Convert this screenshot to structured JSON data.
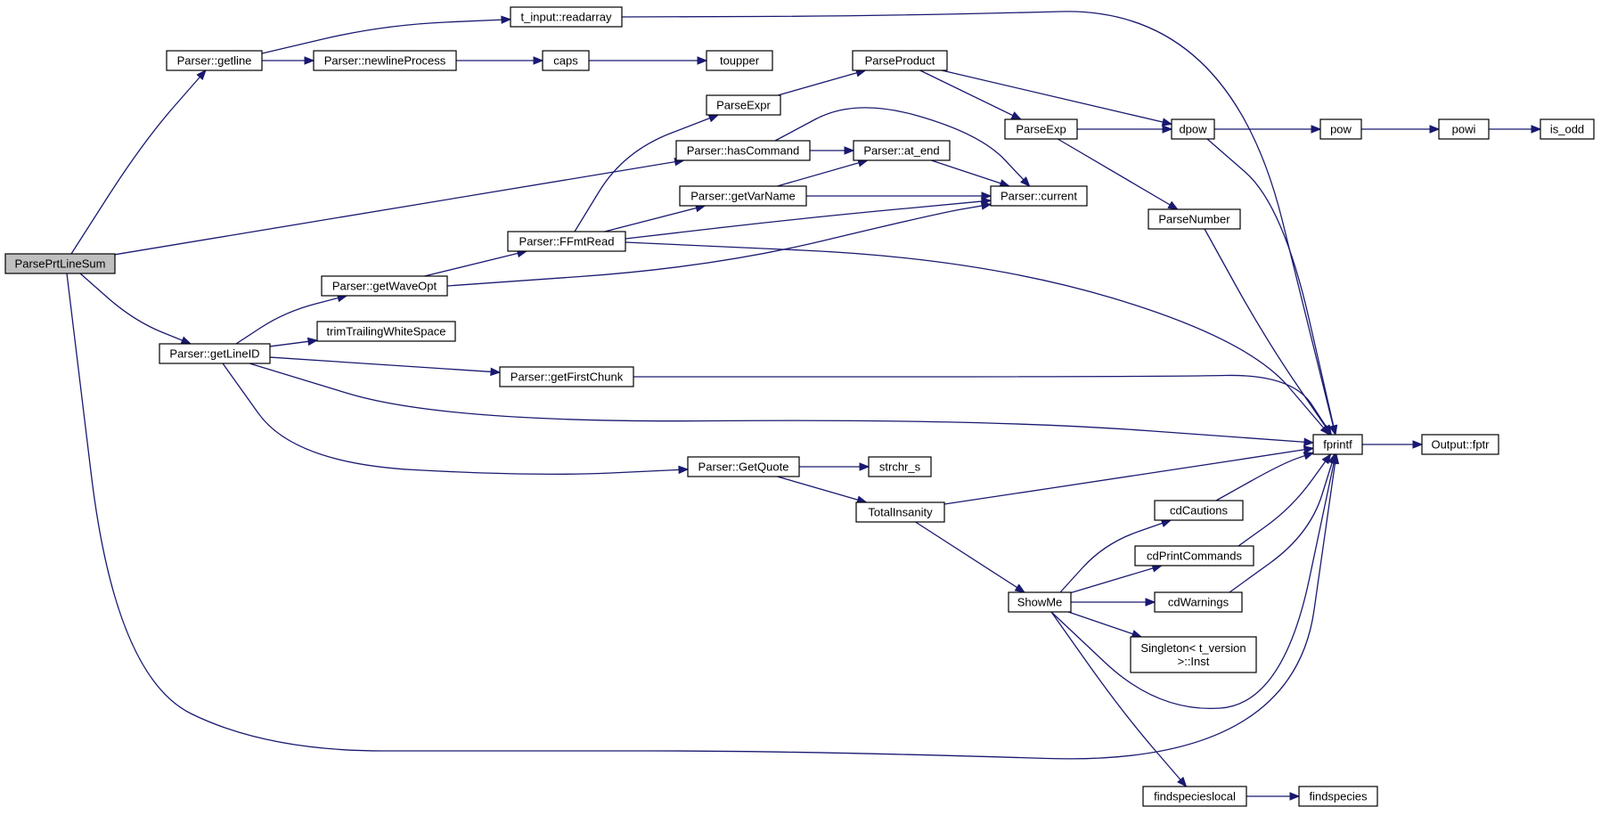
{
  "diagram": {
    "nodes": [
      {
        "id": "ParsePrtLineSum",
        "label": "ParsePrtLineSum",
        "root": true
      },
      {
        "id": "getline",
        "label": "Parser::getline"
      },
      {
        "id": "readarray",
        "label": "t_input::readarray"
      },
      {
        "id": "newlineProcess",
        "label": "Parser::newlineProcess"
      },
      {
        "id": "caps",
        "label": "caps"
      },
      {
        "id": "toupper",
        "label": "toupper"
      },
      {
        "id": "ParseProduct",
        "label": "ParseProduct"
      },
      {
        "id": "ParseExpr",
        "label": "ParseExpr"
      },
      {
        "id": "ParseExp",
        "label": "ParseExp"
      },
      {
        "id": "dpow",
        "label": "dpow"
      },
      {
        "id": "pow",
        "label": "pow"
      },
      {
        "id": "powi",
        "label": "powi"
      },
      {
        "id": "is_odd",
        "label": "is_odd"
      },
      {
        "id": "hasCommand",
        "label": "Parser::hasCommand"
      },
      {
        "id": "at_end",
        "label": "Parser::at_end"
      },
      {
        "id": "getVarName",
        "label": "Parser::getVarName"
      },
      {
        "id": "current",
        "label": "Parser::current"
      },
      {
        "id": "FFmtRead",
        "label": "Parser::FFmtRead"
      },
      {
        "id": "ParseNumber",
        "label": "ParseNumber"
      },
      {
        "id": "getWaveOpt",
        "label": "Parser::getWaveOpt"
      },
      {
        "id": "getLineID",
        "label": "Parser::getLineID"
      },
      {
        "id": "trimTrailingWhiteSpace",
        "label": "trimTrailingWhiteSpace"
      },
      {
        "id": "getFirstChunk",
        "label": "Parser::getFirstChunk"
      },
      {
        "id": "fprintf",
        "label": "fprintf"
      },
      {
        "id": "fptr",
        "label": "Output::fptr"
      },
      {
        "id": "GetQuote",
        "label": "Parser::GetQuote"
      },
      {
        "id": "strchr_s",
        "label": "strchr_s"
      },
      {
        "id": "TotalInsanity",
        "label": "TotalInsanity"
      },
      {
        "id": "cdCautions",
        "label": "cdCautions"
      },
      {
        "id": "cdPrintCommands",
        "label": "cdPrintCommands"
      },
      {
        "id": "ShowMe",
        "label": "ShowMe"
      },
      {
        "id": "cdWarnings",
        "label": "cdWarnings"
      },
      {
        "id": "SingletonInst",
        "label": "Singleton< t_version\n >::Inst"
      },
      {
        "id": "findspecieslocal",
        "label": "findspecieslocal"
      },
      {
        "id": "findspecies",
        "label": "findspecies"
      }
    ],
    "edges": [
      {
        "from": "ParsePrtLineSum",
        "to": "getline"
      },
      {
        "from": "ParsePrtLineSum",
        "to": "hasCommand"
      },
      {
        "from": "ParsePrtLineSum",
        "to": "getLineID"
      },
      {
        "from": "ParsePrtLineSum",
        "to": "fprintf"
      },
      {
        "from": "getline",
        "to": "readarray"
      },
      {
        "from": "getline",
        "to": "newlineProcess"
      },
      {
        "from": "readarray",
        "to": "fprintf"
      },
      {
        "from": "newlineProcess",
        "to": "caps"
      },
      {
        "from": "caps",
        "to": "toupper"
      },
      {
        "from": "ParseExpr",
        "to": "ParseProduct"
      },
      {
        "from": "ParseProduct",
        "to": "ParseExp"
      },
      {
        "from": "ParseProduct",
        "to": "dpow"
      },
      {
        "from": "ParseExp",
        "to": "dpow"
      },
      {
        "from": "ParseExp",
        "to": "ParseNumber"
      },
      {
        "from": "dpow",
        "to": "pow"
      },
      {
        "from": "dpow",
        "to": "fprintf"
      },
      {
        "from": "pow",
        "to": "powi"
      },
      {
        "from": "powi",
        "to": "is_odd"
      },
      {
        "from": "ParseNumber",
        "to": "fprintf"
      },
      {
        "from": "hasCommand",
        "to": "at_end"
      },
      {
        "from": "hasCommand",
        "to": "current"
      },
      {
        "from": "at_end",
        "to": "current"
      },
      {
        "from": "getVarName",
        "to": "at_end"
      },
      {
        "from": "getVarName",
        "to": "current"
      },
      {
        "from": "FFmtRead",
        "to": "ParseExpr"
      },
      {
        "from": "FFmtRead",
        "to": "getVarName"
      },
      {
        "from": "FFmtRead",
        "to": "current"
      },
      {
        "from": "FFmtRead",
        "to": "fprintf"
      },
      {
        "from": "getWaveOpt",
        "to": "FFmtRead"
      },
      {
        "from": "getWaveOpt",
        "to": "current"
      },
      {
        "from": "getLineID",
        "to": "getWaveOpt"
      },
      {
        "from": "getLineID",
        "to": "trimTrailingWhiteSpace"
      },
      {
        "from": "getLineID",
        "to": "getFirstChunk"
      },
      {
        "from": "getLineID",
        "to": "fprintf"
      },
      {
        "from": "getLineID",
        "to": "GetQuote"
      },
      {
        "from": "getFirstChunk",
        "to": "fprintf"
      },
      {
        "from": "fprintf",
        "to": "fptr"
      },
      {
        "from": "GetQuote",
        "to": "strchr_s"
      },
      {
        "from": "GetQuote",
        "to": "TotalInsanity"
      },
      {
        "from": "TotalInsanity",
        "to": "fprintf"
      },
      {
        "from": "TotalInsanity",
        "to": "ShowMe"
      },
      {
        "from": "ShowMe",
        "to": "cdCautions"
      },
      {
        "from": "ShowMe",
        "to": "cdPrintCommands"
      },
      {
        "from": "ShowMe",
        "to": "cdWarnings"
      },
      {
        "from": "ShowMe",
        "to": "SingletonInst"
      },
      {
        "from": "ShowMe",
        "to": "fprintf"
      },
      {
        "from": "ShowMe",
        "to": "findspecieslocal"
      },
      {
        "from": "cdCautions",
        "to": "fprintf"
      },
      {
        "from": "cdPrintCommands",
        "to": "fprintf"
      },
      {
        "from": "cdWarnings",
        "to": "fprintf"
      },
      {
        "from": "findspecieslocal",
        "to": "findspecies"
      }
    ]
  }
}
